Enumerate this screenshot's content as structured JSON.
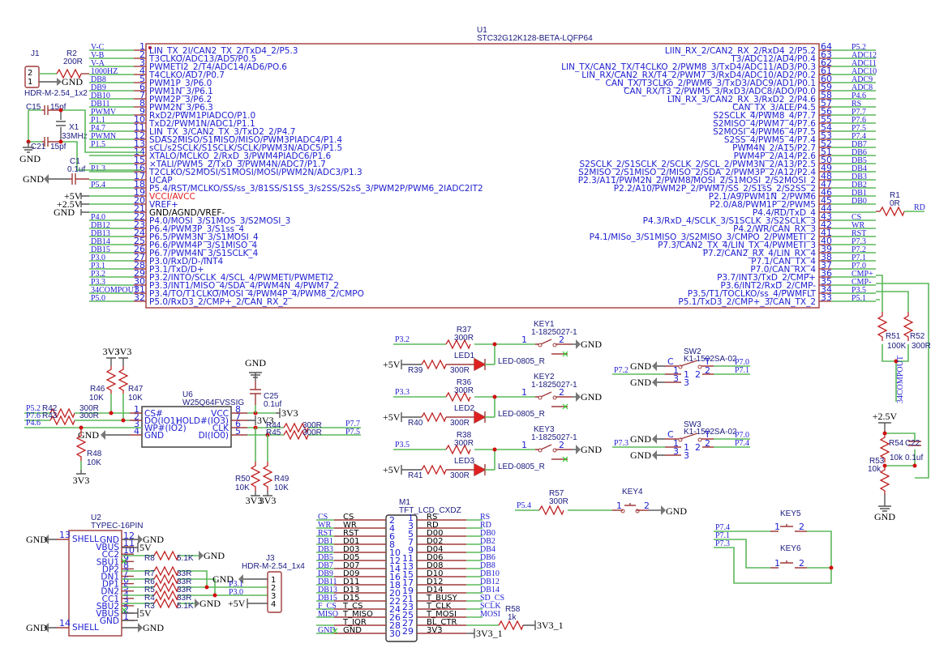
{
  "u1": {
    "ref": "U1",
    "part": "STC32G12K128-BETA-LQFP64",
    "left_pins": [
      {
        "num": "1",
        "name": "LIN_TX_2I/CAN2_TX_2/TxD4_2/P5.3",
        "net": "V-C"
      },
      {
        "num": "2",
        "name": "T3CLKO/ADC13/AD5/P0.5",
        "net": "V-B"
      },
      {
        "num": "3",
        "name": "PWMETI2_2/T4/ADC14/AD6/PO.6",
        "net": "V-A"
      },
      {
        "num": "4",
        "name": "T4CLKO/AD7/P0.7",
        "net": "1000HZ"
      },
      {
        "num": "5",
        "name": "PWM1P_3/P6.0",
        "net": "DB8"
      },
      {
        "num": "6",
        "name": "PWM1N_3/P6.1",
        "net": "DB9"
      },
      {
        "num": "7",
        "name": "PWM2P_3/P6.2",
        "net": "DB10"
      },
      {
        "num": "8",
        "name": "PWM2N_3/P6.3",
        "net": "DB11"
      },
      {
        "num": "9",
        "name": "RxD2/PWM1PIADCO/P1.0",
        "net": "PWMV"
      },
      {
        "num": "10",
        "name": "TxD2/PWM1N/ADC1/P1.1",
        "net": "P1.1"
      },
      {
        "num": "11",
        "name": "LIN_TX_3/CAN2_TX_3/TxD2_2/P4.7",
        "net": "P4.7"
      },
      {
        "num": "12",
        "name": "SDAS2MISO/S1MISO/MISO/PWM3PIADC4/P1.4",
        "net": "PWMN"
      },
      {
        "num": "13",
        "name": "sCL/s2SCLK/S1SCLK/SCLK/PWM3N/ADC5/P1.5",
        "net": "P1.5"
      },
      {
        "num": "14",
        "name": "XTALO/MCLKO_2/RxD_3/PWM4PIADC6/P1.6",
        "net": ""
      },
      {
        "num": "15",
        "name": "×TALI/PWM5_2/TxD_3/PWM4N/ADC7/P1.7",
        "net": ""
      },
      {
        "num": "16",
        "name": "T2CLKO/S2MOSI/S1MOSI/MOSI/PWM2N/ADC3/P1.3",
        "net": "P1.3"
      },
      {
        "num": "17",
        "name": "UCAP",
        "net": ""
      },
      {
        "num": "18",
        "name": "P5.4/RST/MCLKO/SS/ss_3/81SS/S1SS_3/s2SS/S2sS_3/PWM2P/PWM6_2IADC2IT2",
        "net": "P5.4"
      },
      {
        "num": "19",
        "name": "VCCI/AVCC",
        "net": "",
        "color": "red"
      },
      {
        "num": "20",
        "name": "VREF+",
        "net": ""
      },
      {
        "num": "21",
        "name": "GND/AGND/VREF-",
        "net": "",
        "color": "black"
      },
      {
        "num": "22",
        "name": "P4.0/MOSI_3/S1MOS_3/S2MOSI_3",
        "net": "P4.0"
      },
      {
        "num": "23",
        "name": "P6.4/PWM3P_3/S1ss_4",
        "net": "DB12"
      },
      {
        "num": "24",
        "name": "P6.5/PWM3N_3/S1MOSI_4",
        "net": "DB13"
      },
      {
        "num": "25",
        "name": "P6.6/PWM4P_3/S1MISO_4",
        "net": "DB14"
      },
      {
        "num": "26",
        "name": "P6.7/PWM4N_3/S1SCLK_4",
        "net": "DB15"
      },
      {
        "num": "27",
        "name": "P3.0/RxD/D-/INT4",
        "net": "P3.0"
      },
      {
        "num": "28",
        "name": "P3.1/TxD/D+",
        "net": "P3.1"
      },
      {
        "num": "29",
        "name": "P3.2/INTO/SCLK_4/SCL_4/PWMETI/PWMETI2",
        "net": "P3.2"
      },
      {
        "num": "30",
        "name": "P3.3/INT1/MISO_4/SDA_4/PWM4N_4/PWM7_2",
        "net": "P3.3"
      },
      {
        "num": "31",
        "name": "P3.4/TO/T1CLKO/MOSI_4/PWM4P_4/PWM8_2/CMPO",
        "net": "34COMPOUT"
      },
      {
        "num": "32",
        "name": "P5.0/RxD3_2/CMP+_2/CAN_RX_2",
        "net": "P5.0"
      }
    ],
    "right_pins": [
      {
        "num": "64",
        "name": "LIIN_RX_2/CAN2_RX_2/RxD4_2/P5.2",
        "net": "P5.2"
      },
      {
        "num": "63",
        "name": "T3/ADC12/AD4/P0.4",
        "net": "ADC12"
      },
      {
        "num": "62",
        "name": "LIN_TX/CAN2_TX/T4CLKO_2/PWM8_3/TxD4/ADC11/AD3/P0.3",
        "net": "ADC11"
      },
      {
        "num": "61",
        "name": "LIN_RX/CAN2_RX/T4_2/PWM7_3/RxD4/ADC10/AD2/P0.2",
        "net": "ADC10"
      },
      {
        "num": "60",
        "name": "CAN_TX/T3CLKo_2/PWM6_3/TxD3/ADC9/AD1/P0.1",
        "net": "ADC9"
      },
      {
        "num": "59",
        "name": "CAN_RX/T3_2/PWM5_3/RxD3/ADC8/ADO/P0.0",
        "net": "ADC8"
      },
      {
        "num": "58",
        "name": "LIN_RX_3/CAN2_RX_3/RxD2_2/P4.6",
        "net": "P4.6"
      },
      {
        "num": "57",
        "name": "CAN_TX_3/ALE/P4.5",
        "net": "RS"
      },
      {
        "num": "56",
        "name": "S2SCLK_4/PWM8_4/P7.7",
        "net": "P7.7"
      },
      {
        "num": "55",
        "name": "S2MISO_4/PWM7_4/P7.6",
        "net": "P7.6"
      },
      {
        "num": "54",
        "name": "S2MOSI_4/PWM6_4/P7.5",
        "net": "P7.5"
      },
      {
        "num": "53",
        "name": "S2SS_4/PWM5_4/P7.4",
        "net": "P7.4"
      },
      {
        "num": "52",
        "name": "PWM4N_2/A15/P2.7",
        "net": "DB7"
      },
      {
        "num": "51",
        "name": "PWM4P_2/A14/P2.6",
        "net": "DB6"
      },
      {
        "num": "50",
        "name": "S2SCLK_2/S1SCLK_2/SCLK_2/SCL_2/PWM3N_2/A13/P2.5",
        "net": "DB5"
      },
      {
        "num": "49",
        "name": "S2MISO_2/S1MISO_2/MISO_2/SDA_2/PWM3P_2/A12/P2.4",
        "net": "DB4"
      },
      {
        "num": "48",
        "name": "P2.3/A11/PWM2N_2/PWM8/MOSI_2/S1MOSI_2/S2MOSI_2",
        "net": "DB3"
      },
      {
        "num": "47",
        "name": "P2.2/A10/PWM2P_2/PWM7/SS_2/S1sS_2/S2SS_2",
        "net": "DB2"
      },
      {
        "num": "46",
        "name": "P2.1/A9/PWM1N_2/PWM6",
        "net": "DB1"
      },
      {
        "num": "45",
        "name": "P2.0/A8/PWM1P_2/PWM5",
        "net": "DB0"
      },
      {
        "num": "44",
        "name": "P4.4/RD/TxD_4",
        "net": ""
      },
      {
        "num": "43",
        "name": "P4.3/RxD_4/SCLK_3/S1SCLK_3/S2SCLK_3",
        "net": "CS"
      },
      {
        "num": "42",
        "name": "P4.2/WR/CAN_RX_3",
        "net": "WR"
      },
      {
        "num": "41",
        "name": "P4.1/MISo_3/S1MISO_3/S2MISO_3/CMPO_2/PWMETI_2",
        "net": "RST"
      },
      {
        "num": "40",
        "name": "P7.3/CAN2_TX_4/LIN_TX_4/PWMETI_3",
        "net": "P7.3"
      },
      {
        "num": "39",
        "name": "P7.2/CAN2_RX_4/LIN_RX_4",
        "net": "P7.2"
      },
      {
        "num": "38",
        "name": "P7.1/CAN_TX_4",
        "net": "P7.1"
      },
      {
        "num": "37",
        "name": "P7.0/CAN_RX_4",
        "net": "P7.0"
      },
      {
        "num": "36",
        "name": "P3.7/INT3/TxD_2/CMP+",
        "net": "CMP+"
      },
      {
        "num": "35",
        "name": "P3.6/INT2/RxD_2/CMP-",
        "net": "CMP-"
      },
      {
        "num": "34",
        "name": "P3.5/T1/TOCLKO/ss_4/PWMFLT",
        "net": "P3.5"
      },
      {
        "num": "33",
        "name": "P5.1/TxD3_2/CMP+_3/CAN_TX_2",
        "net": "P5.1"
      }
    ]
  },
  "j1": {
    "ref": "J1",
    "part": "HDR-M-2.54_1x2",
    "pins": [
      "2",
      "1"
    ]
  },
  "r2": {
    "ref": "R2",
    "value": "200R"
  },
  "c15": {
    "ref": "C15",
    "value": "15pf"
  },
  "c21": {
    "ref": "C21",
    "value": "15pf"
  },
  "x1": {
    "ref": "X1",
    "value": "33MHz"
  },
  "c1": {
    "ref": "C1",
    "value": "0.1uf"
  },
  "r1": {
    "ref": "R1",
    "value": "0R",
    "net": "RD"
  },
  "power": {
    "gnd": "GND",
    "v5": "+5V",
    "v25": "+2.5V",
    "v33": "3V3",
    "v5b": "5V",
    "v33_1": "3V3_1"
  },
  "u6": {
    "ref": "U6",
    "part": "W25Q64FVSSIG",
    "left": [
      {
        "num": "1",
        "name": "CS#"
      },
      {
        "num": "2",
        "name": "DO(IO1)"
      },
      {
        "num": "3",
        "name": "WP#(IO2)"
      },
      {
        "num": "4",
        "name": "GND"
      }
    ],
    "right": [
      {
        "num": "8",
        "name": "VCC"
      },
      {
        "num": "7",
        "name": "HOLD#(IO3)"
      },
      {
        "num": "6",
        "name": "CLK"
      },
      {
        "num": "5",
        "name": "DI(IO0)"
      }
    ],
    "nets_left": [
      "P5.2",
      "P7.6",
      "P4.6"
    ],
    "nets_right": [
      "P7.7",
      "P7.5"
    ]
  },
  "flash_parts": {
    "r42": {
      "ref": "R42",
      "value": "300R"
    },
    "r43": {
      "ref": "R43",
      "value": "300R"
    },
    "r44": {
      "ref": "R44",
      "value": "300R"
    },
    "r45": {
      "ref": "R45",
      "value": "300R"
    },
    "r46": {
      "ref": "R46",
      "value": "10K"
    },
    "r47": {
      "ref": "R47",
      "value": "10K"
    },
    "r48": {
      "ref": "R48",
      "value": "10K"
    },
    "r49": {
      "ref": "R49",
      "value": "10K"
    },
    "r50": {
      "ref": "R50",
      "value": "10K"
    },
    "c25": {
      "ref": "C25",
      "value": "0.1uf"
    }
  },
  "keys_led": [
    {
      "net": "P3.2",
      "r_top": {
        "ref": "R37",
        "value": "300R"
      },
      "r_led": {
        "ref": "R39",
        "value": "300R"
      },
      "led": "LED1",
      "led_part": "LED-0805_R",
      "key": "KEY1",
      "key_part": "1-1825027-1"
    },
    {
      "net": "P3.3",
      "r_top": {
        "ref": "R36",
        "value": "300R"
      },
      "r_led": {
        "ref": "R40",
        "value": "300R"
      },
      "led": "LED2",
      "led_part": "LED-0805_R",
      "key": "KEY2",
      "key_part": "1-1825027-1"
    },
    {
      "net": "P3.5",
      "r_top": {
        "ref": "R38",
        "value": "300R"
      },
      "r_led": {
        "ref": "R41",
        "value": "300R"
      },
      "led": "LED3",
      "led_part": "LED-0805_R",
      "key": "KEY3",
      "key_part": "1-1825027-1"
    }
  ],
  "switches": [
    {
      "ref": "SW2",
      "part": "K1-1502SA-02",
      "in_net": "P7.2",
      "t_net": "P7.0",
      "o_net": "P7.1",
      "labels": {
        "c": "C",
        "t": "T",
        "p1": "1",
        "p2": "2",
        "p3": "3"
      }
    },
    {
      "ref": "SW3",
      "part": "K1-1502SA-02",
      "in_net": "P7.3",
      "t_net": "P7.0",
      "o_net": "P7.4",
      "labels": {
        "c": "C",
        "t": "T",
        "p1": "1",
        "p2": "2",
        "p3": "3"
      }
    }
  ],
  "comparator": {
    "r51": {
      "ref": "R51",
      "value": "100K"
    },
    "r52": {
      "ref": "R52",
      "value": "300R"
    },
    "r53": {
      "ref": "R53",
      "value": "10k"
    },
    "r54": {
      "ref": "R54",
      "value": "10k"
    },
    "c22": {
      "ref": "C22",
      "value": "0.1uf"
    },
    "out_net": "34COMPOUT"
  },
  "key4": {
    "ref": "KEY4",
    "net": "P5.4",
    "r": {
      "ref": "R57",
      "value": "300R"
    }
  },
  "key56": {
    "key5": "KEY5",
    "key6": "KEY6",
    "nets": [
      "P7.4",
      "P7.1",
      "P7.3"
    ]
  },
  "u2": {
    "ref": "U2",
    "part": "TYPEC-16PIN",
    "pins": [
      {
        "num": "12",
        "name": "GND"
      },
      {
        "num": "11",
        "name": "VBUS"
      },
      {
        "num": "10",
        "name": "CC2"
      },
      {
        "num": "9",
        "name": "SBU1"
      },
      {
        "num": "8",
        "name": "DP2"
      },
      {
        "num": "7",
        "name": "DN1"
      },
      {
        "num": "6",
        "name": "DP1"
      },
      {
        "num": "5",
        "name": "DN2"
      },
      {
        "num": "4",
        "name": "CC1"
      },
      {
        "num": "3",
        "name": "SBU2"
      },
      {
        "num": "2",
        "name": "VBUS"
      },
      {
        "num": "1",
        "name": "GND"
      }
    ],
    "shell": [
      {
        "num": "13",
        "name": "SHELL"
      },
      {
        "num": "14",
        "name": "SHELL"
      }
    ],
    "res": [
      {
        "ref": "R8",
        "value": "5.1K"
      },
      {
        "ref": "R7",
        "value": "33R"
      },
      {
        "ref": "R6",
        "value": "33R"
      },
      {
        "ref": "R5",
        "value": "33R"
      },
      {
        "ref": "R4",
        "value": "33R"
      },
      {
        "ref": "R3",
        "value": "5.1K"
      }
    ]
  },
  "j3": {
    "ref": "J3",
    "part": "HDR-M-2.54_1x4",
    "pins": [
      "1",
      "2",
      "3",
      "4"
    ],
    "nets": [
      "P3.1",
      "P3.0"
    ]
  },
  "m1": {
    "ref": "M1",
    "part": "TFT_LCD_CXDZ",
    "rows": [
      {
        "lnet": "CS",
        "lname": "CS",
        "ln": "2",
        "rn": "1",
        "rname": "RS",
        "rnet": "RS"
      },
      {
        "lnet": "WR",
        "lname": "WR",
        "ln": "4",
        "rn": "3",
        "rname": "RD",
        "rnet": "RD"
      },
      {
        "lnet": "RST",
        "lname": "RST",
        "ln": "6",
        "rn": "5",
        "rname": "D00",
        "rnet": "DB0"
      },
      {
        "lnet": "DB1",
        "lname": "D01",
        "ln": "8",
        "rn": "7",
        "rname": "D02",
        "rnet": "DB2"
      },
      {
        "lnet": "DB3",
        "lname": "D03",
        "ln": "10",
        "rn": "9",
        "rname": "D04",
        "rnet": "DB4"
      },
      {
        "lnet": "DB5",
        "lname": "D05",
        "ln": "12",
        "rn": "11",
        "rname": "D06",
        "rnet": "DB6"
      },
      {
        "lnet": "DB7",
        "lname": "D07",
        "ln": "14",
        "rn": "13",
        "rname": "D08",
        "rnet": "DB8"
      },
      {
        "lnet": "DB9",
        "lname": "D09",
        "ln": "16",
        "rn": "15",
        "rname": "D10",
        "rnet": "DB10"
      },
      {
        "lnet": "DB11",
        "lname": "D11",
        "ln": "18",
        "rn": "17",
        "rname": "D12",
        "rnet": "DB12"
      },
      {
        "lnet": "DB13",
        "lname": "D13",
        "ln": "20",
        "rn": "19",
        "rname": "D14",
        "rnet": "DB14"
      },
      {
        "lnet": "DB15",
        "lname": "D15",
        "ln": "22",
        "rn": "21",
        "rname": "T_BUSY",
        "rnet": "SD_CS"
      },
      {
        "lnet": "F_CS",
        "lname": "T_CS",
        "ln": "24",
        "rn": "23",
        "rname": "T_CLK",
        "rnet": "SCLK"
      },
      {
        "lnet": "MISO",
        "lname": "T_MISO",
        "ln": "26",
        "rn": "25",
        "rname": "T_MOSI",
        "rnet": "MOSI"
      },
      {
        "lnet": "",
        "lname": "T_IQR",
        "ln": "28",
        "rn": "27",
        "rname": "BL_CTR",
        "rnet": ""
      },
      {
        "lnet": "GND",
        "lname": "GND",
        "ln": "30",
        "rn": "29",
        "rname": "3V3",
        "rnet": ""
      }
    ],
    "r58": {
      "ref": "R58",
      "value": "1k"
    }
  }
}
